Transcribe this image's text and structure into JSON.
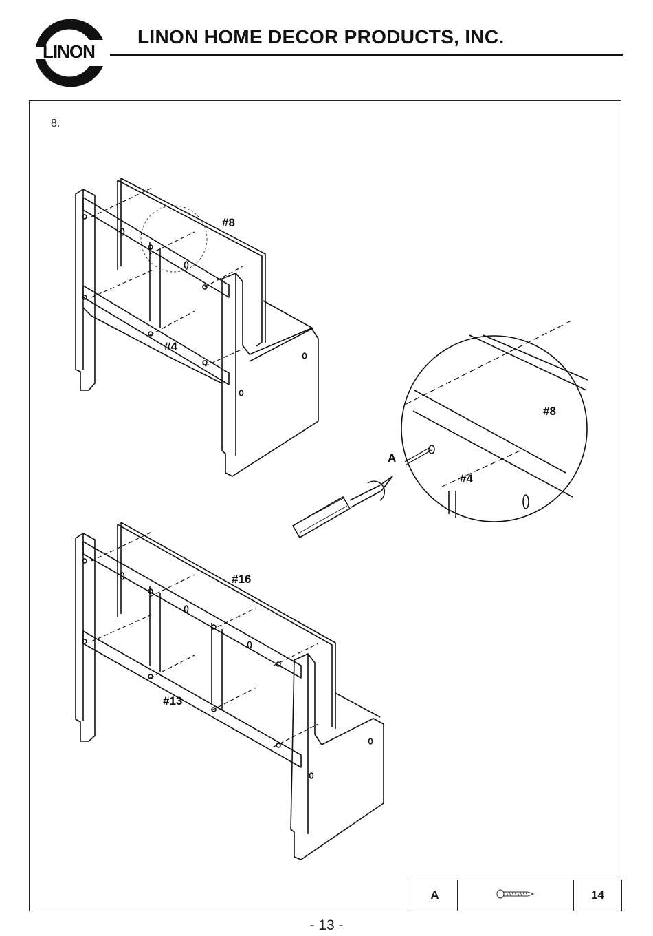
{
  "header": {
    "logo_text": "LINON",
    "company_name": "LINON HOME DECOR PRODUCTS, INC."
  },
  "step": {
    "number": "8."
  },
  "diagram_labels": {
    "top_back_panel": "#8",
    "top_frame_rail": "#4",
    "detail_panel": "#8",
    "detail_rail": "#4",
    "hardware_callout": "A",
    "bottom_back_panel": "#16",
    "bottom_frame_rail": "#13"
  },
  "parts_table": {
    "part_letter": "A",
    "part_icon": "screw-icon",
    "quantity": "14"
  },
  "page_number": "- 13 -"
}
